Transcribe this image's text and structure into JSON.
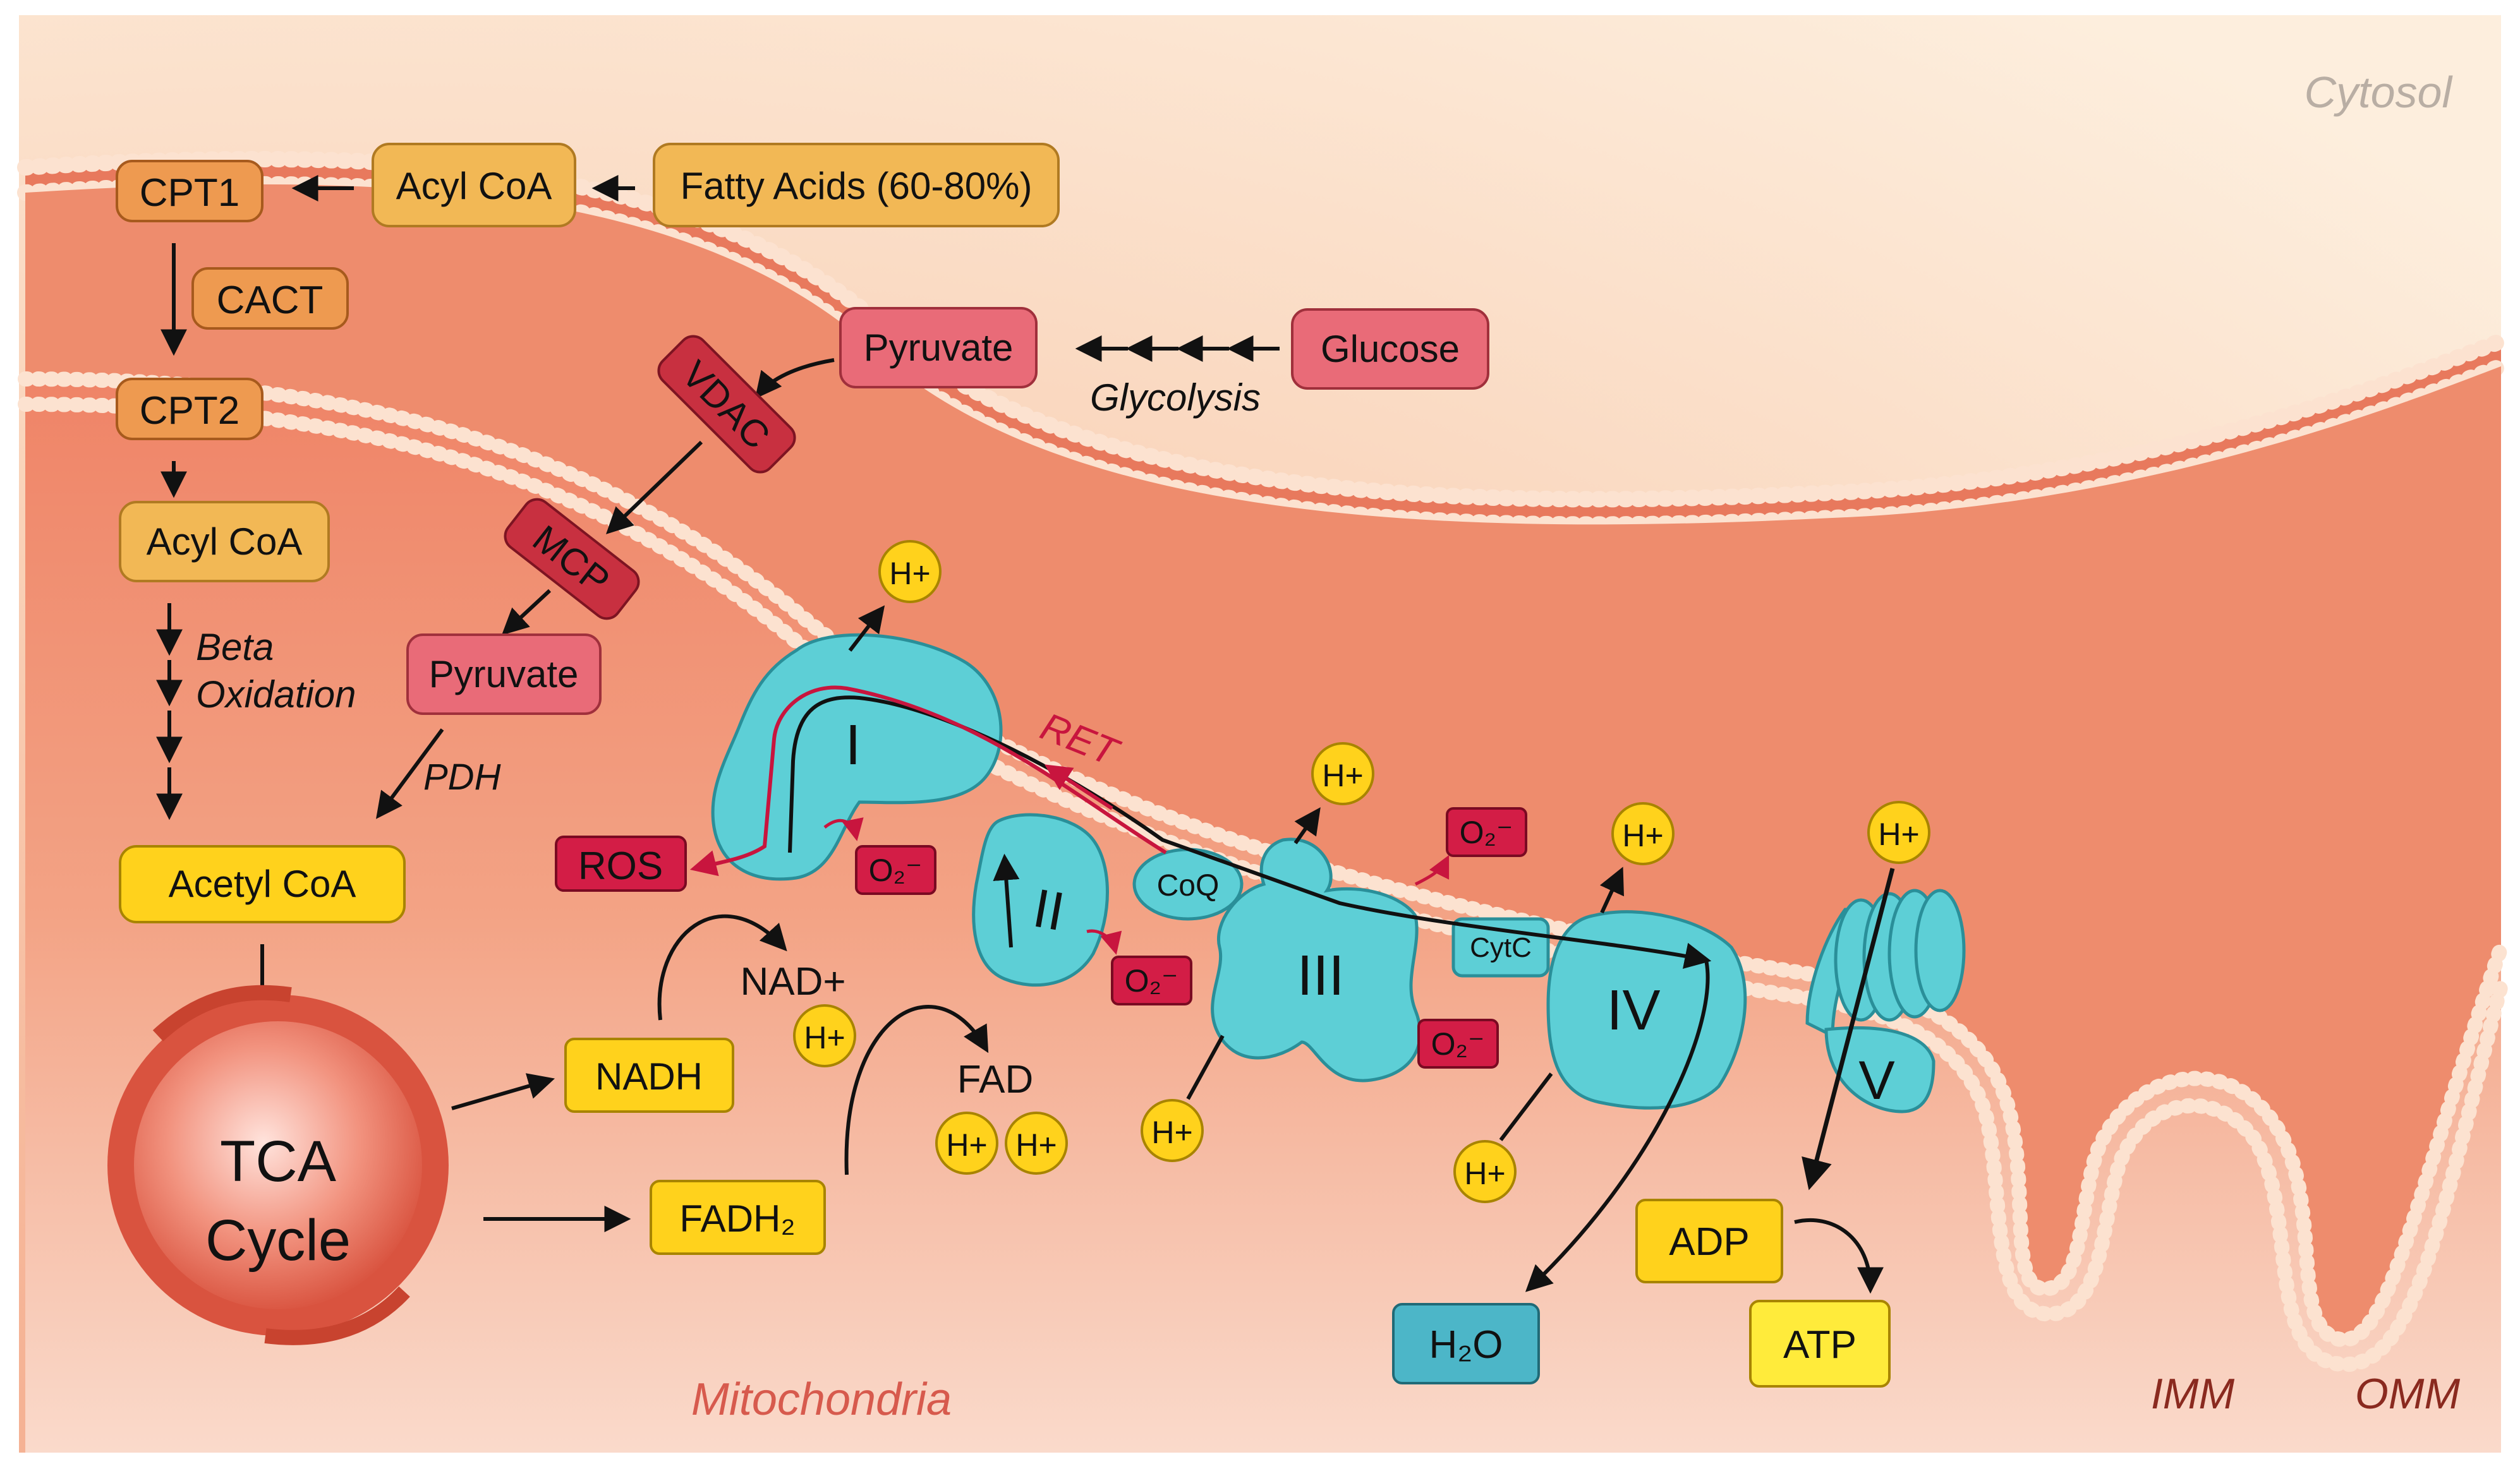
{
  "regions": {
    "cytosol": "Cytosol",
    "mitochondria": "Mitochondria",
    "imm": "IMM",
    "omm": "OMM"
  },
  "fatty_acid_path": {
    "fatty_acids": "Fatty Acids (60-80%)",
    "acyl_coa_outer": "Acyl CoA",
    "cpt1": "CPT1",
    "cact": "CACT",
    "cpt2": "CPT2",
    "acyl_coa_inner": "Acyl CoA",
    "beta_1": "Beta",
    "beta_2": "Oxidation",
    "acetyl_coa": "Acetyl CoA"
  },
  "glucose_path": {
    "glucose": "Glucose",
    "glycolysis": "Glycolysis",
    "pyruvate_outer": "Pyruvate",
    "vdac": "VDAC",
    "mcp": "MCP",
    "pyruvate_inner": "Pyruvate",
    "pdh": "PDH"
  },
  "tca": {
    "line1": "TCA",
    "line2": "Cycle",
    "nadh": "NADH",
    "fadh2": "FADH₂",
    "nad_plus": "NAD+",
    "fad": "FAD"
  },
  "etc": {
    "complex_1": "I",
    "complex_2": "II",
    "complex_3": "III",
    "complex_4": "IV",
    "complex_5": "V",
    "coq": "CoQ",
    "cytc": "CytC",
    "ret": "RET",
    "ros": "ROS",
    "superoxide": "O₂⁻",
    "proton": "H+",
    "water": "H₂O",
    "adp": "ADP",
    "atp": "ATP"
  },
  "colors": {
    "cytosol_bg": "#fbe3cc",
    "matrix": "#f0876a",
    "ims": "#ee8f6f",
    "fatty_box": "#f2b855",
    "transport_box": "#ee9a50",
    "pyruvate_box": "#e96b78",
    "transporter": "#c83040",
    "yellow_box": "#ffd21c",
    "complex": "#5dcfd6",
    "ros_red": "#d31d46",
    "water_box": "#4cb6c8",
    "atp_box": "#ffeb3b",
    "tca_circle": "#d9533f"
  }
}
